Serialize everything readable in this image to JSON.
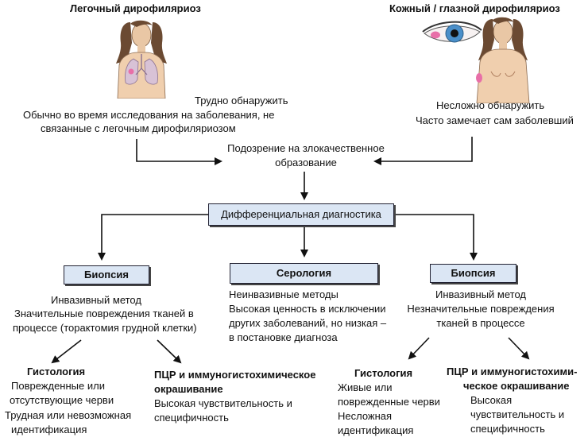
{
  "pulmonary": {
    "title": "Легочный дирофиляриоз",
    "detect": "Трудно обнаружить",
    "line2": "Обычно во время исследования на заболевания, не",
    "line3": "связанные с легочным дирофиляриозом"
  },
  "cutaneous": {
    "title": "Кожный / глазной дирофиляриоз",
    "detect": "Несложно обнаружить",
    "line2": "Часто замечает сам заболевший"
  },
  "suspicion": {
    "line1": "Подозрение на злокачественное",
    "line2": "образование"
  },
  "diff": "Дифференциальная диагностика",
  "left": {
    "box": "Биопсия",
    "l1": "Инвазивный метод",
    "l2": "Значительные повреждения тканей в",
    "l3": "процессе (торактомия грудной клетки)",
    "histo": {
      "title": "Гистология",
      "l1": "Поврежденные или",
      "l2": "отсутствующие черви",
      "l3": "Трудная или  невозможная",
      "l4": "идентификация"
    },
    "pcr": {
      "title1": "ПЦР и иммуногистохимическое",
      "title2": "окрашивание",
      "l1": "Высокая чувствительность и",
      "l2": "специфичность"
    }
  },
  "middle": {
    "box": "Серология",
    "l1": "Неинвазивные методы",
    "l2": "Высокая ценность в исключении",
    "l3": "других заболеваний, но низкая –",
    "l4": "в постановке диагноза"
  },
  "right": {
    "box": "Биопсия",
    "l1": "Инвазивный метод",
    "l2": "Незначительные повреждения",
    "l3": "тканей в процессе",
    "histo": {
      "title": "Гистология",
      "l1": "Живые или",
      "l2": "поврежденные черви",
      "l3": "Несложная",
      "l4": "идентификация"
    },
    "pcr": {
      "title1": "ПЦР и  иммуногистохими-",
      "title2": "ческое окрашивание",
      "l1": "Высокая",
      "l2": "чувствительность и",
      "l3": "специфичность"
    }
  }
}
